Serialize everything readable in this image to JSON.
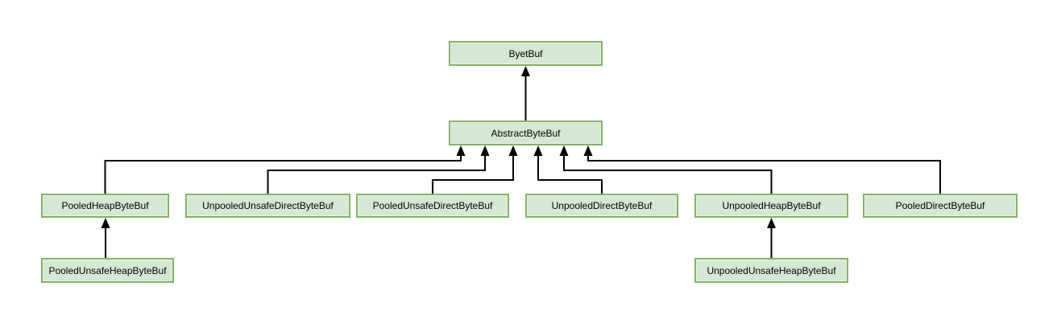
{
  "diagram": {
    "type": "class-inheritance-hierarchy",
    "nodes": {
      "byetbuf": {
        "label": "ByetBuf"
      },
      "abstractbytebuf": {
        "label": "AbstractByteBuf"
      },
      "pooledheap": {
        "label": "PooledHeapByteBuf"
      },
      "unpooledunsafedirect": {
        "label": "UnpooledUnsafeDirectByteBuf"
      },
      "pooledunsafedirect": {
        "label": "PooledUnsafeDirectByteBuf"
      },
      "unpooleddirect": {
        "label": "UnpooledDirectByteBuf"
      },
      "unpooledheap": {
        "label": "UnpooledHeapByteBuf"
      },
      "pooleddirect": {
        "label": "PooledDirectByteBuf"
      },
      "pooledunsafeheap": {
        "label": "PooledUnsafeHeapByteBuf"
      },
      "unpooledunsafeheap": {
        "label": "UnpooledUnsafeHeapByteBuf"
      }
    },
    "edges": [
      {
        "from": "abstractbytebuf",
        "to": "byetbuf"
      },
      {
        "from": "pooledheap",
        "to": "abstractbytebuf"
      },
      {
        "from": "unpooledunsafedirect",
        "to": "abstractbytebuf"
      },
      {
        "from": "pooledunsafedirect",
        "to": "abstractbytebuf"
      },
      {
        "from": "unpooleddirect",
        "to": "abstractbytebuf"
      },
      {
        "from": "unpooledheap",
        "to": "abstractbytebuf"
      },
      {
        "from": "pooleddirect",
        "to": "abstractbytebuf"
      },
      {
        "from": "pooledunsafeheap",
        "to": "pooledheap"
      },
      {
        "from": "unpooledunsafeheap",
        "to": "unpooledheap"
      }
    ],
    "colors": {
      "node_fill": "#d5e8d4",
      "node_border": "#82b366",
      "connector": "#000000",
      "background": "#ffffff"
    }
  }
}
